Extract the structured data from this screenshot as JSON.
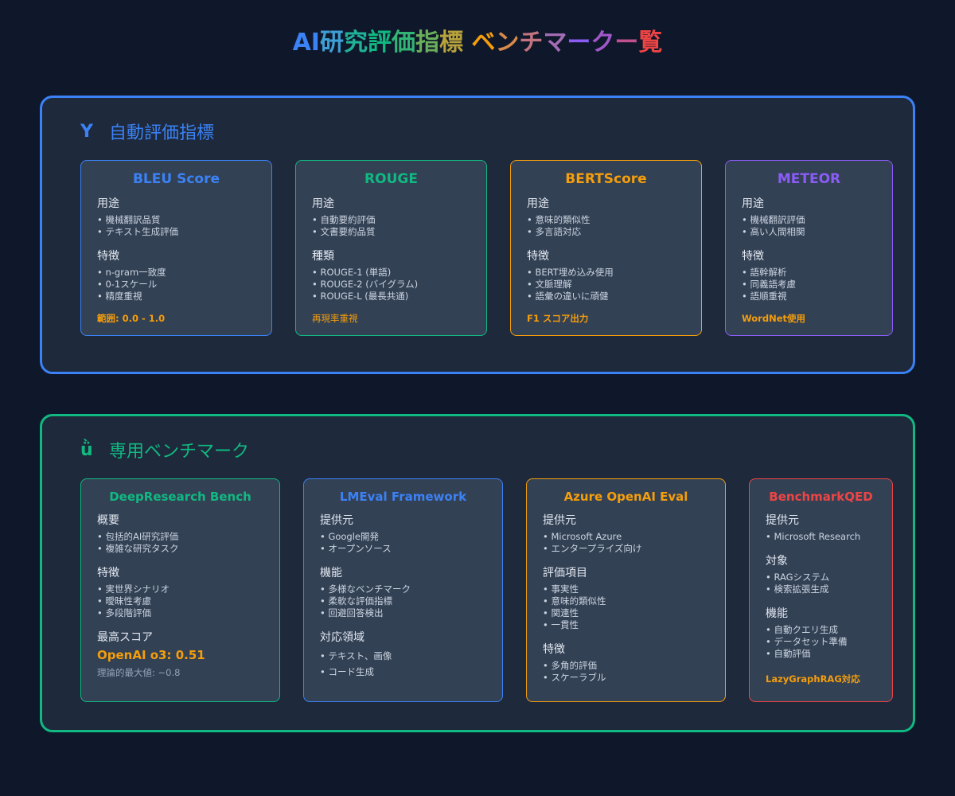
{
  "page": {
    "title_parts": [
      {
        "text": "AI",
        "color": "#3b82f6"
      },
      {
        "text": "研",
        "color": "#3ea0d6"
      },
      {
        "text": "究",
        "color": "#21b29a"
      },
      {
        "text": "評",
        "color": "#10b981"
      },
      {
        "text": "価",
        "color": "#32b574"
      },
      {
        "text": "指",
        "color": "#6aad5a"
      },
      {
        "text": "標",
        "color": "#b8a23a"
      },
      {
        "text": " ",
        "color": "#f59e0b"
      },
      {
        "text": "ベ",
        "color": "#f59e0b"
      },
      {
        "text": "ン",
        "color": "#d9894a"
      },
      {
        "text": "チ",
        "color": "#c27480"
      },
      {
        "text": "マ",
        "color": "#a46cb4"
      },
      {
        "text": "ー",
        "color": "#8b5cf6"
      },
      {
        "text": "ク",
        "color": "#a058c8"
      },
      {
        "text": "ー",
        "color": "#c05090"
      },
      {
        "text": "覧",
        "color": "#ef4444"
      }
    ]
  },
  "colors": {
    "background": "#0f172a",
    "panel": "#1e293b",
    "card": "#334155",
    "blue": "#3b82f6",
    "green": "#10b981",
    "amber": "#f59e0b",
    "purple": "#8b5cf6",
    "red": "#ef4444"
  },
  "sections": [
    {
      "icon": "Y",
      "icon_name": "chart-icon",
      "title": "自動評価指標",
      "cards": [
        {
          "title": "BLEU Score",
          "color": "#3b82f6",
          "groups": [
            {
              "label": "用途",
              "items": [
                "機械翻訳品質",
                "テキスト生成評価"
              ]
            },
            {
              "label": "特徴",
              "items": [
                "n-gram一致度",
                "0-1スケール",
                "精度重視"
              ]
            }
          ],
          "footer": "範囲: 0.0 - 1.0"
        },
        {
          "title": "ROUGE",
          "color": "#10b981",
          "groups": [
            {
              "label": "用途",
              "items": [
                "自動要約評価",
                "文書要約品質"
              ]
            },
            {
              "label": "種類",
              "items": [
                "ROUGE-1 (単語)",
                "ROUGE-2 (バイグラム)",
                "ROUGE-L (最長共通)"
              ]
            }
          ],
          "footer": "再現率重視"
        },
        {
          "title": "BERTScore",
          "color": "#f59e0b",
          "groups": [
            {
              "label": "用途",
              "items": [
                "意味的類似性",
                "多言語対応"
              ]
            },
            {
              "label": "特徴",
              "items": [
                "BERT埋め込み使用",
                "文脈理解",
                "語彙の違いに頑健"
              ]
            }
          ],
          "footer": "F1 スコア出力"
        },
        {
          "title": "METEOR",
          "color": "#8b5cf6",
          "groups": [
            {
              "label": "用途",
              "items": [
                "機械翻訳評価",
                "高い人間相関"
              ]
            },
            {
              "label": "特徴",
              "items": [
                "語幹解析",
                "同義語考慮",
                "語順重視"
              ]
            }
          ],
          "footer": "WordNet使用"
        }
      ]
    },
    {
      "icon": "ǜ",
      "icon_name": "benchmark-icon",
      "title": "専用ベンチマーク",
      "cards": [
        {
          "title": "DeepResearch Bench",
          "color": "#10b981",
          "groups": [
            {
              "label": "概要",
              "items": [
                "包括的AI研究評価",
                "複雑な研究タスク"
              ]
            },
            {
              "label": "特徴",
              "items": [
                "実世界シナリオ",
                "曖昧性考慮",
                "多段階評価"
              ]
            }
          ],
          "score": {
            "label": "最高スコア",
            "value": "OpenAI o3: 0.51",
            "note": "理論的最大値: ~0.8"
          }
        },
        {
          "title": "LMEval Framework",
          "color": "#3b82f6",
          "groups": [
            {
              "label": "提供元",
              "items": [
                "Google開発",
                "オープンソース"
              ]
            },
            {
              "label": "機能",
              "items": [
                "多様なベンチマーク",
                "柔軟な評価指標",
                "回避回答検出"
              ]
            },
            {
              "label": "対応領域",
              "items": [
                "テキスト、画像",
                "コード生成"
              ]
            }
          ]
        },
        {
          "title": "Azure OpenAI Eval",
          "color": "#f59e0b",
          "groups": [
            {
              "label": "提供元",
              "items": [
                "Microsoft Azure",
                "エンタープライズ向け"
              ]
            },
            {
              "label": "評価項目",
              "items": [
                "事実性",
                "意味的類似性",
                "関連性",
                "一貫性"
              ]
            },
            {
              "label": "特徴",
              "items": [
                "多角的評価",
                "スケーラブル"
              ]
            }
          ]
        },
        {
          "title": "BenchmarkQED",
          "color": "#ef4444",
          "groups": [
            {
              "label": "提供元",
              "items": [
                "Microsoft Research"
              ]
            },
            {
              "label": "対象",
              "items": [
                "RAGシステム",
                "検索拡張生成"
              ]
            },
            {
              "label": "機能",
              "items": [
                "自動クエリ生成",
                "データセット準備",
                "自動評価"
              ]
            }
          ],
          "footer": "LazyGraphRAG対応"
        }
      ]
    }
  ]
}
